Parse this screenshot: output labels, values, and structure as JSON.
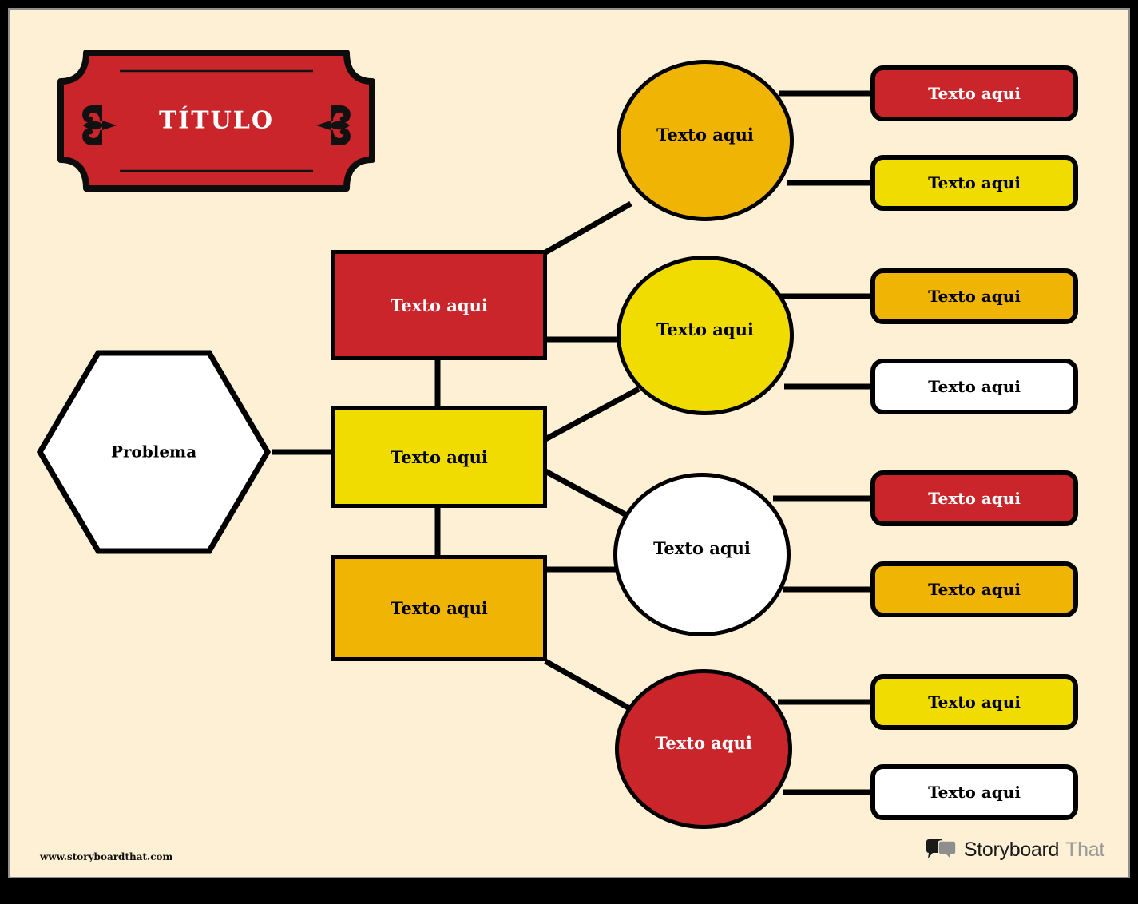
{
  "theme": {
    "background": "#FDF0D5",
    "frame": "#000000",
    "red": "#C9252B",
    "yellow": "#F0DC00",
    "orange": "#EFB404",
    "white": "#FFFFFF",
    "outline": "#000000"
  },
  "title": {
    "text": "TÍTULO"
  },
  "problem": {
    "label": "Problema"
  },
  "branches": [
    {
      "label": "Texto aqui",
      "color": "#C9252B"
    },
    {
      "label": "Texto aqui",
      "color": "#F0DC00"
    },
    {
      "label": "Texto aqui",
      "color": "#EFB404"
    }
  ],
  "causes": [
    {
      "label": "Texto aqui",
      "color": "#EFB404"
    },
    {
      "label": "Texto aqui",
      "color": "#F0DC00"
    },
    {
      "label": "Texto aqui",
      "color": "#FFFFFF"
    },
    {
      "label": "Texto aqui",
      "color": "#C9252B"
    }
  ],
  "details": [
    {
      "label": "Texto aqui",
      "color": "#C9252B"
    },
    {
      "label": "Texto aqui",
      "color": "#F0DC00"
    },
    {
      "label": "Texto aqui",
      "color": "#EFB404"
    },
    {
      "label": "Texto aqui",
      "color": "#FFFFFF"
    },
    {
      "label": "Texto aqui",
      "color": "#C9252B"
    },
    {
      "label": "Texto aqui",
      "color": "#EFB404"
    },
    {
      "label": "Texto aqui",
      "color": "#F0DC00"
    },
    {
      "label": "Texto aqui",
      "color": "#FFFFFF"
    }
  ],
  "footer": {
    "url": "www.storyboardthat.com",
    "brand_primary": "Storyboard",
    "brand_secondary": "That"
  }
}
